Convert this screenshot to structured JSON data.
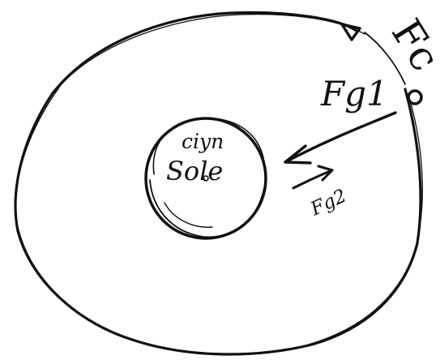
{
  "diagram": {
    "labels": {
      "fc": "Fc",
      "fg1": "Fg1",
      "fg2": "Fg2",
      "inner_top": "ciyn",
      "inner_bottom": "Sole"
    },
    "colors": {
      "ink": "#111111",
      "paper": "#ffffff"
    }
  }
}
